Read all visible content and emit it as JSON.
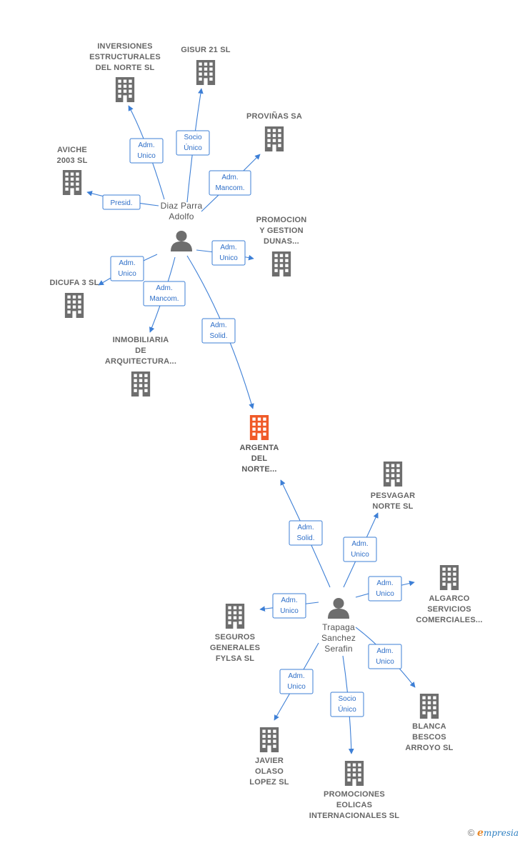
{
  "nodes": [
    {
      "id": "inversiones",
      "type": "company",
      "lines": [
        "INVERSIONES",
        "ESTRUCTURALES",
        "DEL NORTE  SL"
      ]
    },
    {
      "id": "gisur",
      "type": "company",
      "lines": [
        "GISUR 21 SL"
      ]
    },
    {
      "id": "provinas",
      "type": "company",
      "lines": [
        "PROVIÑAS SA"
      ]
    },
    {
      "id": "aviche",
      "type": "company",
      "lines": [
        "AVICHE",
        "2003 SL"
      ]
    },
    {
      "id": "diaz",
      "type": "person",
      "lines": [
        "Diaz Parra",
        "Adolfo"
      ]
    },
    {
      "id": "promocion",
      "type": "company",
      "lines": [
        "PROMOCION",
        "Y GESTION",
        "DUNAS..."
      ]
    },
    {
      "id": "dicufa",
      "type": "company",
      "lines": [
        "DICUFA 3 SL"
      ]
    },
    {
      "id": "inmobiliaria",
      "type": "company",
      "lines": [
        "INMOBILIARIA",
        "DE",
        "ARQUITECTURA..."
      ]
    },
    {
      "id": "argenta",
      "type": "focus",
      "lines": [
        "ARGENTA",
        "DEL",
        "NORTE..."
      ]
    },
    {
      "id": "pesvagar",
      "type": "company",
      "lines": [
        "PESVAGAR",
        "NORTE  SL"
      ]
    },
    {
      "id": "algarco",
      "type": "company",
      "lines": [
        "ALGARCO",
        "SERVICIOS",
        "COMERCIALES..."
      ]
    },
    {
      "id": "trapaga",
      "type": "person",
      "lines": [
        "Trapaga",
        "Sanchez",
        "Serafin"
      ]
    },
    {
      "id": "seguros",
      "type": "company",
      "lines": [
        "SEGUROS",
        "GENERALES",
        "FYLSA SL"
      ]
    },
    {
      "id": "blanca",
      "type": "company",
      "lines": [
        "BLANCA",
        "BESCOS",
        "ARROYO SL"
      ]
    },
    {
      "id": "javier",
      "type": "company",
      "lines": [
        "JAVIER",
        "OLASO",
        "LOPEZ SL"
      ]
    },
    {
      "id": "eolicas",
      "type": "company",
      "lines": [
        "PROMOCIONES",
        "EOLICAS",
        "INTERNACIONALES SL"
      ]
    }
  ],
  "edges": [
    {
      "from": "diaz",
      "to": "inversiones",
      "lines": [
        "Adm.",
        "Unico"
      ]
    },
    {
      "from": "diaz",
      "to": "gisur",
      "lines": [
        "Socio",
        "Único"
      ]
    },
    {
      "from": "diaz",
      "to": "provinas",
      "lines": [
        "Adm.",
        "Mancom."
      ]
    },
    {
      "from": "diaz",
      "to": "aviche",
      "lines": [
        "Presid."
      ]
    },
    {
      "from": "diaz",
      "to": "promocion",
      "lines": [
        "Adm.",
        "Unico"
      ]
    },
    {
      "from": "diaz",
      "to": "dicufa",
      "lines": [
        "Adm.",
        "Unico"
      ]
    },
    {
      "from": "diaz",
      "to": "inmobiliaria",
      "lines": [
        "Adm.",
        "Mancom."
      ]
    },
    {
      "from": "diaz",
      "to": "argenta",
      "lines": [
        "Adm.",
        "Solid."
      ]
    },
    {
      "from": "trapaga",
      "to": "argenta",
      "lines": [
        "Adm.",
        "Solid."
      ]
    },
    {
      "from": "trapaga",
      "to": "pesvagar",
      "lines": [
        "Adm.",
        "Unico"
      ]
    },
    {
      "from": "trapaga",
      "to": "algarco",
      "lines": [
        "Adm.",
        "Unico"
      ]
    },
    {
      "from": "trapaga",
      "to": "seguros",
      "lines": [
        "Adm.",
        "Unico"
      ]
    },
    {
      "from": "trapaga",
      "to": "blanca",
      "lines": [
        "Adm.",
        "Unico"
      ]
    },
    {
      "from": "trapaga",
      "to": "javier",
      "lines": [
        "Adm.",
        "Unico"
      ]
    },
    {
      "from": "trapaga",
      "to": "eolicas",
      "lines": [
        "Socio",
        "Único"
      ]
    }
  ],
  "colors": {
    "company": "#6e6e6e",
    "focus": "#f05a28",
    "person": "#6e6e6e",
    "edge": "#3d7fd6"
  },
  "footer": {
    "copyright": "©",
    "brand_initial": "e",
    "brand_rest": "mpresia"
  }
}
